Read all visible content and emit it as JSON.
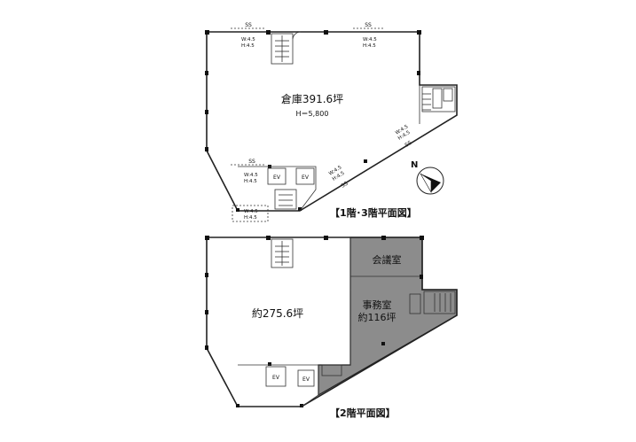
{
  "floor1": {
    "warehouse_label": "倉庫391.6坪",
    "height_label": "H＝5,800",
    "shutter_top_left": "SS",
    "shutter_top_left_w": "W:4.5",
    "shutter_top_left_h": "H:4.5",
    "shutter_top_right": "SS",
    "shutter_top_right_w": "W:4.5",
    "shutter_top_right_h": "H:4.5",
    "shutter_diag": "SS",
    "shutter_diag_w": "W:4.5",
    "shutter_diag_h": "H:4.5",
    "shutter_diag2": "SS",
    "shutter_diag2_w": "W:4.5",
    "shutter_diag2_h": "H:4.5",
    "shutter_mid": "SS",
    "shutter_mid_w": "W:4.5",
    "shutter_mid_h": "H:4.5",
    "shutter_bottom_w": "W:4.5",
    "shutter_bottom_h": "H:4.5",
    "ev1": "EV",
    "ev2": "EV",
    "caption": "【1階･3階平面図】",
    "north": "N"
  },
  "floor2": {
    "main_label": "約275.6坪",
    "meeting_room": "会議室",
    "office": "事務室",
    "office_area": "約116坪",
    "ev1": "EV",
    "ev2": "EV",
    "caption": "【2階平面図】"
  }
}
